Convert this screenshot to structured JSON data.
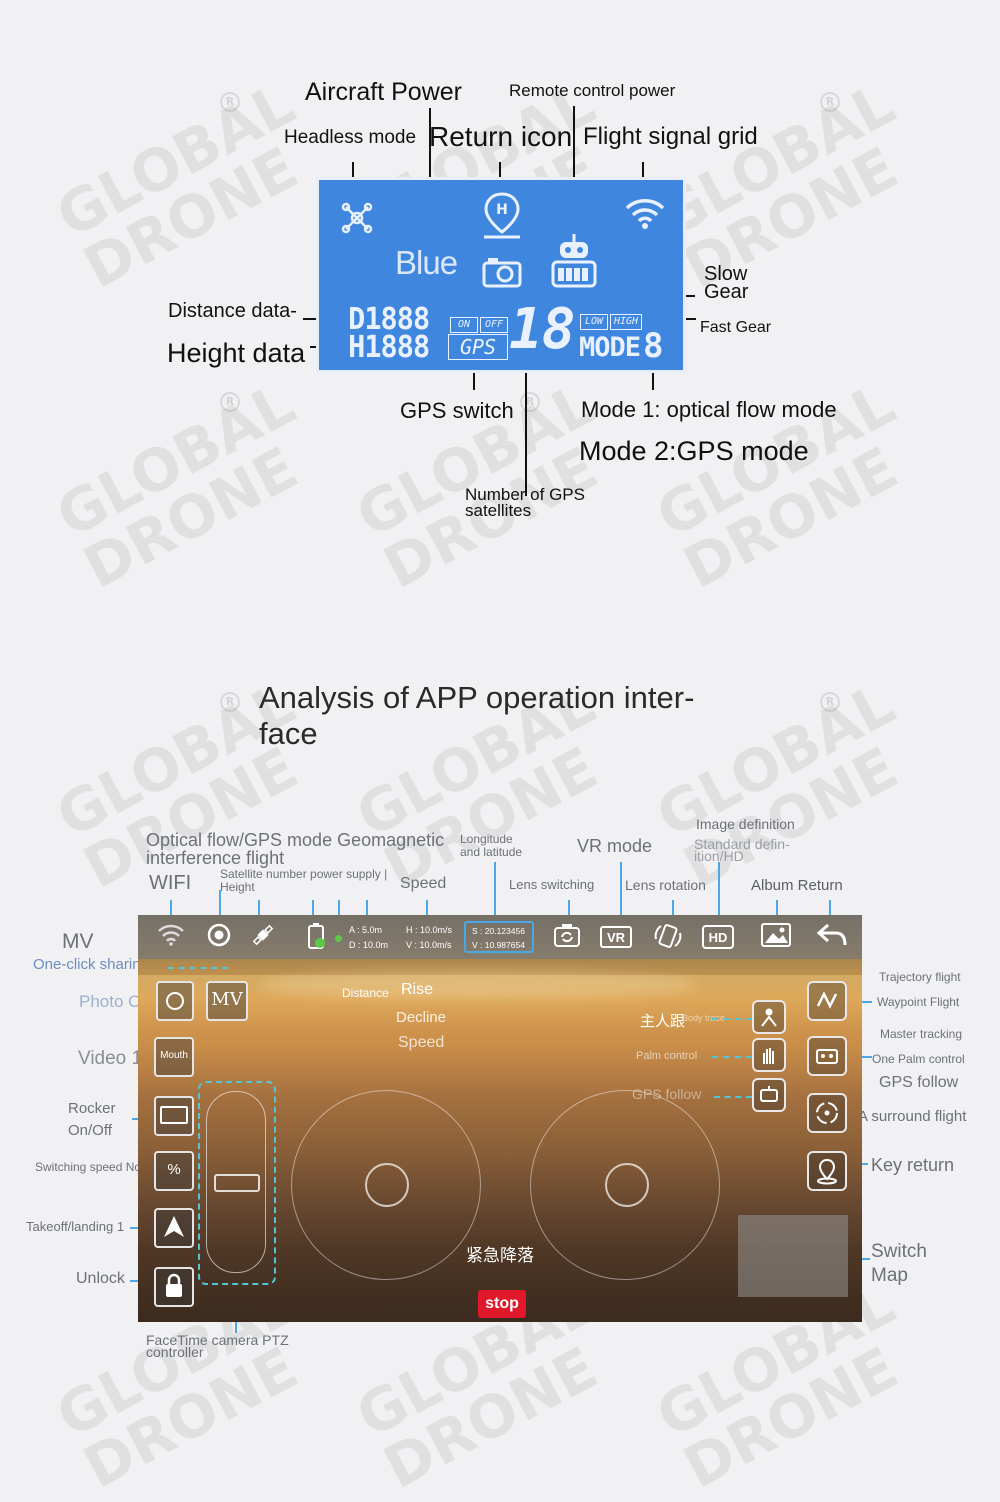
{
  "top_diagram": {
    "labels": {
      "aircraft_power": "Aircraft Power",
      "remote_control_power": "Remote control power",
      "headless_mode": "Headless mode",
      "return_icon": "Return icon",
      "flight_signal_grid": "Flight signal grid",
      "slow_gear": "Slow\nGear",
      "fast_gear": "Fast Gear",
      "distance_data": "Distance data-",
      "height_data": "Height data",
      "gps_switch": "GPS switch",
      "mode1": "Mode 1: optical flow mode",
      "mode2": "Mode 2:GPS mode",
      "gps_satellites": "Number of GPS\nsatellites"
    },
    "lcd": {
      "blue_text": "Blue",
      "distance_segments": "D1888",
      "height_segments": "H1888",
      "on": "ON",
      "off": "OFF",
      "gps": "GPS",
      "sat_digits": "18",
      "low": "LOW",
      "high": "HIGH",
      "mode": "MODE",
      "mode_digit": "8",
      "background_color": "#3f86df"
    }
  },
  "app_section": {
    "title": "Analysis of APP operation inter-\nface",
    "annotations": {
      "optical_flow": "Optical flow/GPS mode Geomagnetic\ninterference flight",
      "longitude": "Longitude\nand latitude",
      "vr_mode": "VR mode",
      "image_definition": "Image definition",
      "standard_definition": "Standard defin-\nition/HD",
      "wifi": "WIFI",
      "satellite": "Satellite number power supply |\nHeight",
      "speed": "Speed",
      "lens_switching": "Lens switching",
      "lens_rotation": "Lens rotation",
      "album_return": "Album Return",
      "mv": "MV",
      "one_click_sharing": "One-click sharing",
      "photo_one": "Photo One",
      "video": "Video 1",
      "rocker": "Rocker\nOn/Off",
      "switching_speed": "Switching speed No.",
      "takeoff_landing": "Takeoff/landing 1",
      "unlock": "Unlock",
      "facetime": "FaceTime camera PTZ\ncontroller",
      "trajectory_flight": "Trajectory flight",
      "waypoint_flight": "Waypoint Flight",
      "master_tracking": "Master tracking",
      "one_palm_control": "One Palm control",
      "gps_follow": "GPS follow",
      "surround_flight": "A surround flight",
      "key_return": "Key return",
      "switch_map": "Switch\nMap",
      "distance": "Distance",
      "rise": "Rise",
      "decline": "Decline",
      "speed2": "Speed",
      "person_trace": "主人跟",
      "body_trace": "Body trace",
      "palm_control": "Palm control",
      "gps_follow_inner": "GPS follow"
    },
    "app": {
      "telemetry_a": "A : 5.0m",
      "telemetry_d": "D : 10.0m",
      "telemetry_h": "H : 10.0m/s",
      "telemetry_v": "V : 10.0m/s",
      "coord_s": "S : 20.123456",
      "coord_v": "V : 10.987654",
      "vr_label": "VR",
      "hd_label": "HD",
      "mv_btn": "MV",
      "mouth_btn": "Mouth",
      "speed_btn": "%",
      "emergency_text": "紧急降落",
      "stop_btn": "stop",
      "stop_color": "#e0182a",
      "accent_color": "#3aa3e6"
    }
  },
  "watermark": {
    "brand": "GLOBAL\nDRONE",
    "reg": "R"
  }
}
